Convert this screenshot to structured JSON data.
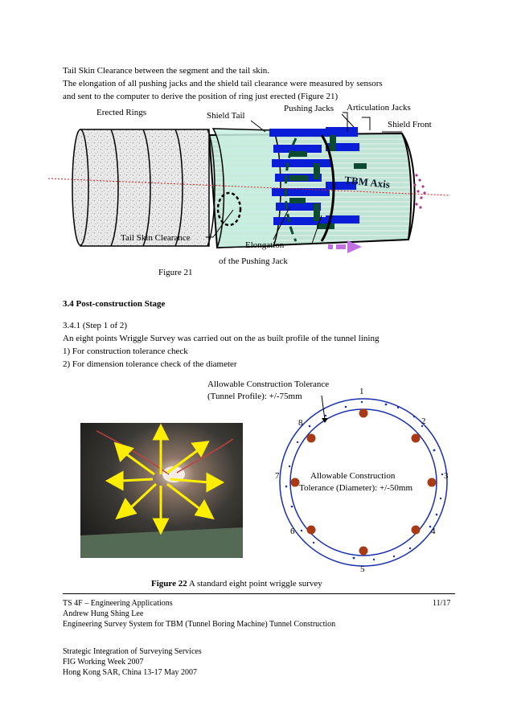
{
  "intro": {
    "line1": "Tail Skin Clearance between the segment and the tail skin.",
    "line2": "The elongation of all pushing jacks and the shield tail clearance were measured by sensors",
    "line3": "and sent to the computer to derive the position of ring just erected (Figure 21)"
  },
  "figure21": {
    "labels": {
      "erected_rings": "Erected Rings",
      "shield_tail": "Shield Tail",
      "pushing_jacks": "Pushing Jacks",
      "articulation_jacks": "Articulation Jacks",
      "shield_front": "Shield Front",
      "tbm_axis": "TBM Axis",
      "tail_skin_clearance": "Tail Skin Clearance",
      "elongation_line1": "Elongation",
      "elongation_line2": "of the Pushing Jack"
    },
    "caption": "Figure 21"
  },
  "section": {
    "heading": "3.4 Post-construction Stage",
    "step": "3.4.1 (Step 1 of 2)",
    "line1": "An eight points Wriggle Survey was carried out on the as built profile of the tunnel lining",
    "line2": "1) For construction tolerance check",
    "line3": "2) For dimension tolerance check of the diameter"
  },
  "figure22": {
    "tolerance_profile_line1": "Allowable Construction Tolerance",
    "tolerance_profile_line2": "(Tunnel Profile): +/-75mm",
    "tolerance_diameter_line1": "Allowable Construction",
    "tolerance_diameter_line2": "Tolerance (Diameter): +/-50mm",
    "points": [
      "1",
      "2",
      "3",
      "4",
      "5",
      "6",
      "7",
      "8"
    ],
    "caption_bold": "Figure 22",
    "caption_rest": " A standard eight point wriggle survey"
  },
  "footer": {
    "left1": "TS 4F –  Engineering Applications",
    "right1": "11/17",
    "left2": "Andrew Hung Shing Lee",
    "left3": "Engineering Survey System for TBM (Tunnel Boring Machine) Tunnel Construction",
    "b1": "Strategic Integration of Surveying Services",
    "b2": "FIG Working Week 2007",
    "b3": "Hong Kong SAR, China 13-17 May 2007"
  },
  "colors": {
    "jack_blue": "#0a1ed8",
    "articulation_green": "#0c4a33",
    "axis_red": "#d42020",
    "point_brown": "#a83a16",
    "arrow_violet": "#c070e0",
    "arrow_yellow": "#ffee00"
  }
}
